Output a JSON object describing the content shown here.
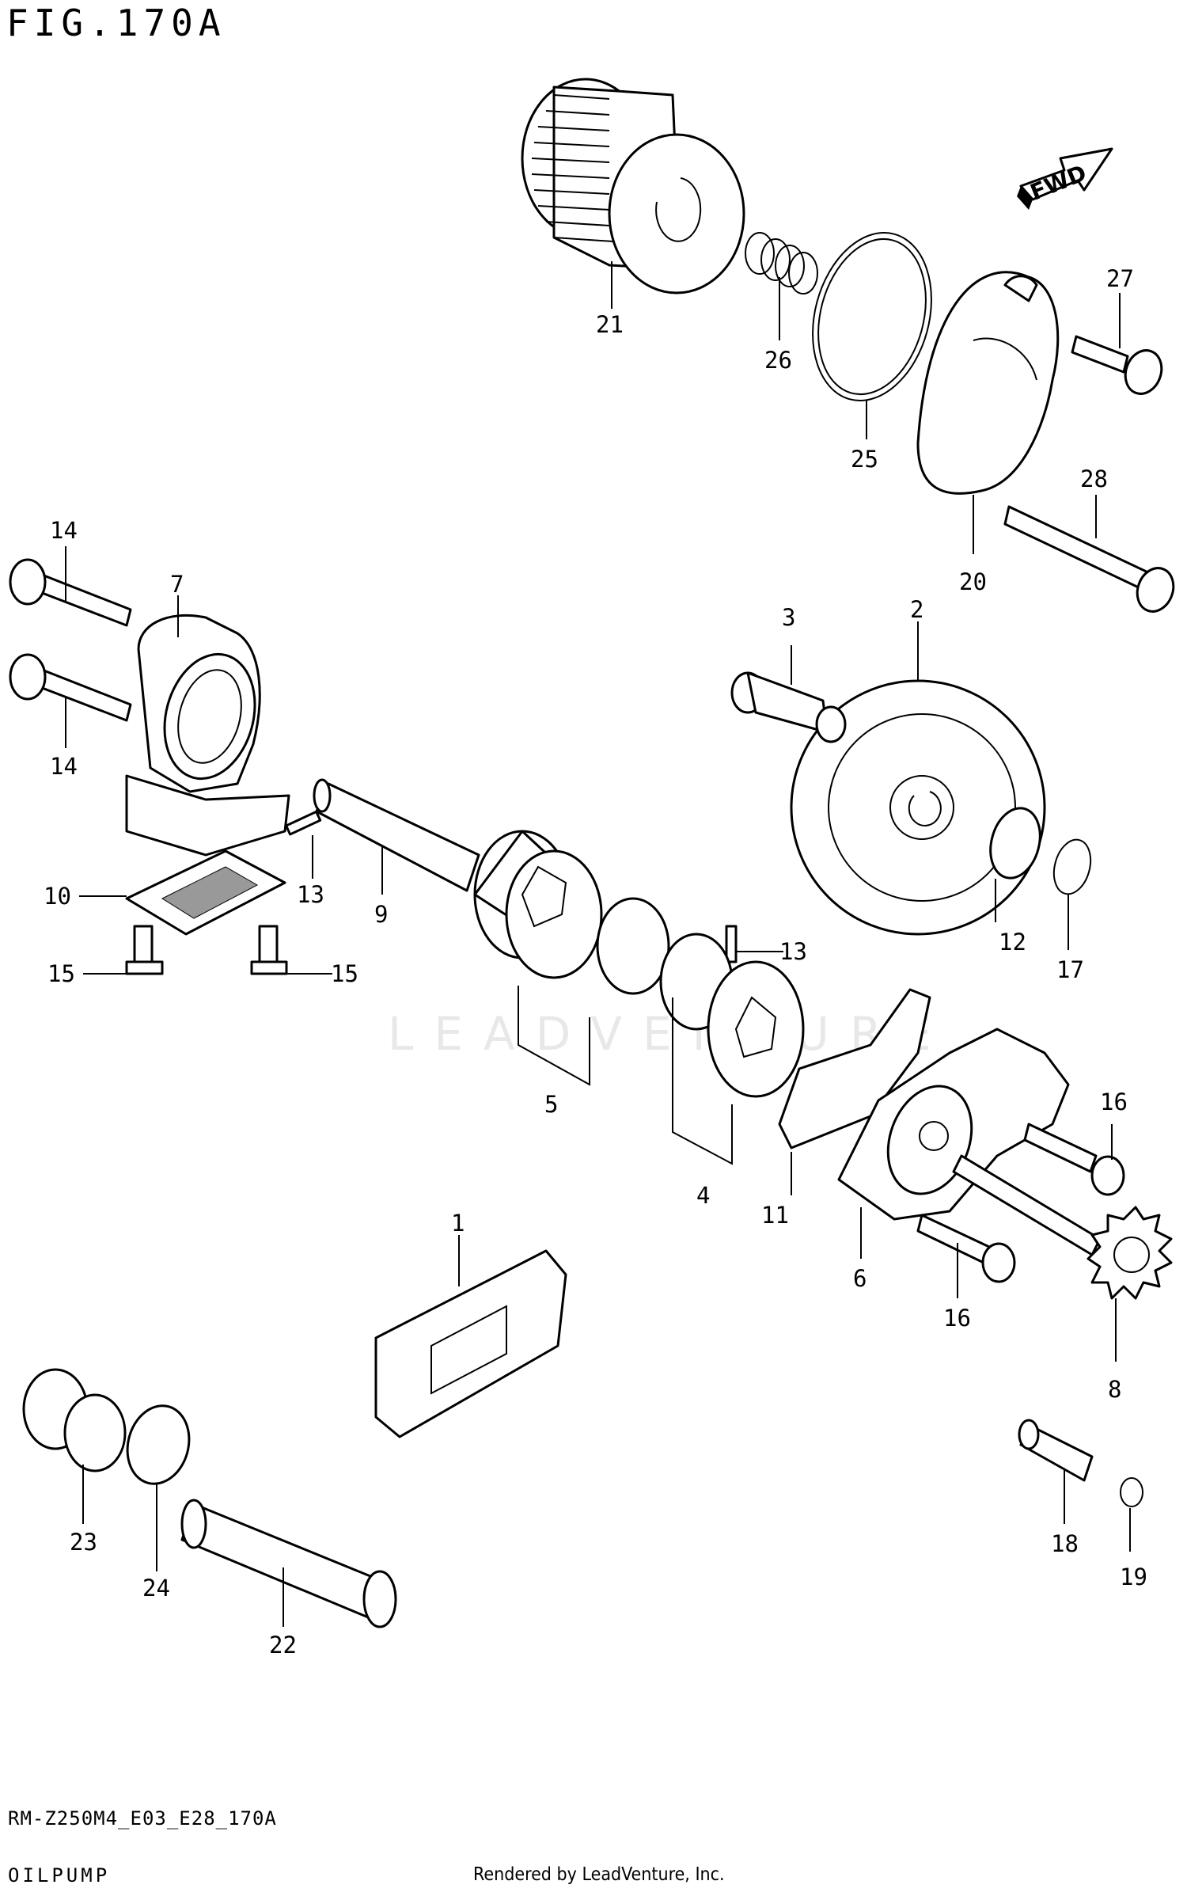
{
  "figure": {
    "title": "FIG.170A"
  },
  "watermark": "LEADVENTURE",
  "fwd_arrow": {
    "label": "FWD"
  },
  "callouts": [
    {
      "id": "c1",
      "label": "1"
    },
    {
      "id": "c2",
      "label": "2"
    },
    {
      "id": "c3",
      "label": "3"
    },
    {
      "id": "c4",
      "label": "4"
    },
    {
      "id": "c5",
      "label": "5"
    },
    {
      "id": "c6",
      "label": "6"
    },
    {
      "id": "c7",
      "label": "7"
    },
    {
      "id": "c8",
      "label": "8"
    },
    {
      "id": "c9",
      "label": "9"
    },
    {
      "id": "c10",
      "label": "10"
    },
    {
      "id": "c11",
      "label": "11"
    },
    {
      "id": "c12",
      "label": "12"
    },
    {
      "id": "c13a",
      "label": "13"
    },
    {
      "id": "c13b",
      "label": "13"
    },
    {
      "id": "c14a",
      "label": "14"
    },
    {
      "id": "c14b",
      "label": "14"
    },
    {
      "id": "c15a",
      "label": "15"
    },
    {
      "id": "c15b",
      "label": "15"
    },
    {
      "id": "c16a",
      "label": "16"
    },
    {
      "id": "c16b",
      "label": "16"
    },
    {
      "id": "c17",
      "label": "17"
    },
    {
      "id": "c18",
      "label": "18"
    },
    {
      "id": "c19",
      "label": "19"
    },
    {
      "id": "c20",
      "label": "20"
    },
    {
      "id": "c21",
      "label": "21"
    },
    {
      "id": "c22",
      "label": "22"
    },
    {
      "id": "c23",
      "label": "23"
    },
    {
      "id": "c24",
      "label": "24"
    },
    {
      "id": "c25",
      "label": "25"
    },
    {
      "id": "c26",
      "label": "26"
    },
    {
      "id": "c27",
      "label": "27"
    },
    {
      "id": "c28",
      "label": "28"
    }
  ],
  "footer": {
    "model_code": "RM-Z250M4_E03_E28_170A",
    "section_name": "OILPUMP",
    "credit": "Rendered by LeadVenture, Inc."
  }
}
